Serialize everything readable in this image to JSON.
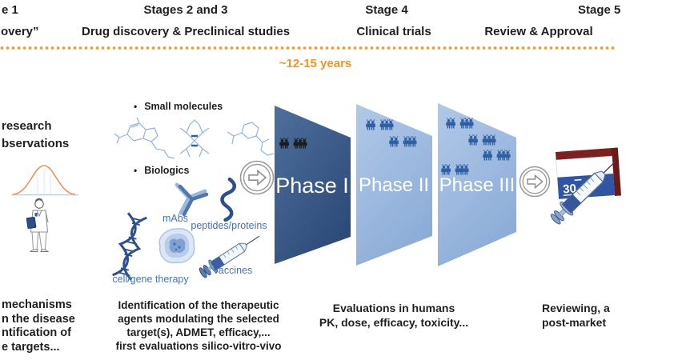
{
  "header": {
    "stages": [
      {
        "line1": "e 1",
        "line2": "overy”"
      },
      {
        "line1": "Stages 2 and 3",
        "line2": "Drug discovery & Preclinical studies"
      },
      {
        "line1": "Stage 4",
        "line2": "Clinical trials"
      },
      {
        "line1": "Stage 5",
        "line2": "Review & Approval"
      }
    ],
    "timeline_label": "~12-15 years"
  },
  "stage1": {
    "top_lines": [
      "research",
      "bservations"
    ],
    "bottom_lines": [
      "mechanisms",
      "n the disease",
      "ntification of",
      "e targets..."
    ]
  },
  "stages23": {
    "bullet1": "Small molecules",
    "bullet2": "Biologics",
    "labels": {
      "mabs": "mAbs",
      "peptides": "peptides/proteins",
      "cell_gene": "cell/gene therapy",
      "vaccines": "vaccines"
    },
    "bottom_lines": [
      "Identification of the therapeutic",
      "agents modulating the selected",
      "target(s), ADMET, efficacy,...",
      "first evaluations silico-vitro-vivo"
    ]
  },
  "phases": [
    {
      "label": "Phase I",
      "people_color": "#1B1B1B",
      "people_rows": [
        [
          2,
          3
        ]
      ]
    },
    {
      "label": "Phase II",
      "people_color": "#2F5FA3",
      "people_rows": [
        [
          2,
          3
        ],
        [
          2,
          3
        ]
      ]
    },
    {
      "label": "Phase III",
      "people_color": "#2F5FA3",
      "people_rows": [
        [
          2,
          3
        ],
        [
          2,
          3
        ],
        [
          2,
          3
        ],
        [
          2,
          3
        ]
      ]
    }
  ],
  "stage4": {
    "bottom_lines": [
      "Evaluations in humans",
      "PK, dose, efficacy, toxicity..."
    ]
  },
  "stage5": {
    "bottom_lines": [
      "Reviewing, a",
      "post-market"
    ],
    "box_label": "30"
  },
  "icons": {
    "arrow-circle-icon": "outlined circle with right arrow",
    "bell-curve-icon": "normal distribution sketch",
    "scientist-icon": "researcher in lab coat sketch",
    "molecule-icon": "skeletal chemical structure sketch",
    "antibody-icon": "Y-shaped monoclonal antibody",
    "helix-icon": "peptide/protein coil",
    "dna-icon": "double helix",
    "cell-icon": "cell with nucleus",
    "syringe-icon": "vaccine syringe",
    "medicine-box-icon": "approved drug box with syringe",
    "people-group-icon": "trial participant silhouettes"
  },
  "colors": {
    "accent_orange": "#F7941D",
    "label_blue": "#4472C4",
    "phase_dark_top": "#4E6F9D",
    "phase_dark_bottom": "#2C4A77",
    "phase_light_top": "#B2C9E8",
    "phase_light_bottom": "#8CADD8",
    "people_blue": "#2F5FA3",
    "people_black": "#1B1B1B",
    "sketch_blue": "#2C4F8F",
    "molecule_blue": "#93B2DA",
    "box_maroon": "#7D2020",
    "box_blue": "#2F55A4"
  }
}
